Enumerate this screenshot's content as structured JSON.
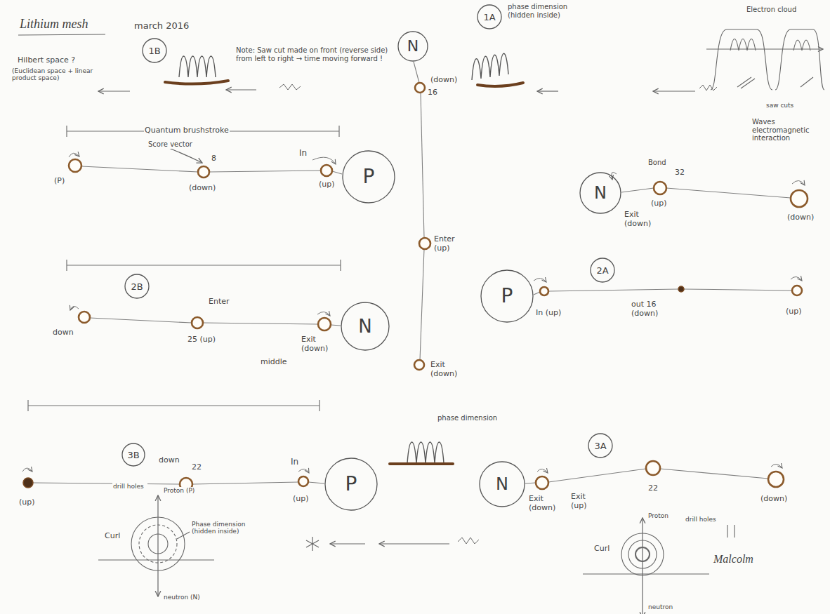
{
  "diagram": {
    "title": "Lithium mesh",
    "nodes": [
      {
        "text": [
          "1B"
        ]
      },
      {
        "text": [
          "N"
        ]
      },
      {
        "text": [
          "1A"
        ]
      },
      {
        "text": [
          "P"
        ]
      },
      {
        "text": [
          "N"
        ]
      },
      {
        "text": [
          "2B"
        ]
      },
      {
        "text": [
          "N"
        ]
      },
      {
        "text": [
          "P"
        ]
      },
      {
        "text": [
          "2A"
        ]
      },
      {
        "text": [
          "3B"
        ]
      },
      {
        "text": [
          "P"
        ]
      },
      {
        "text": [
          "N"
        ]
      },
      {
        "text": [
          "3A"
        ]
      }
    ],
    "labels": [
      "march 2016",
      "Hilbert space ?",
      "(Euclidean space + linear product space)",
      "Note: Saw cut made on front (reverse side) from left to right → time moving forward !",
      "Quantum brushstroke",
      "Score vector",
      "(P)",
      "8",
      "(down)",
      "In",
      "(up)",
      "(down)",
      "16",
      "Enter (up)",
      "phase dimension (hidden inside)",
      "Electron cloud",
      "saw cuts",
      "Waves electromagnetic interaction",
      "Exit (down)",
      "Bond",
      "32",
      "(up)",
      "(down)",
      "down",
      "Enter",
      "25 (up)",
      "Exit (down)",
      "middle",
      "Exit (down)",
      "In (up)",
      "out 16 (down)",
      "(up)",
      "(up)",
      "down",
      "22",
      "In",
      "(up)",
      "phase dimension",
      "Exit (down)",
      "Exit (up)",
      "22",
      "(down)",
      "drill holes",
      "Proton (P)",
      "Curl",
      "Phase dimension (hidden inside)",
      "neutron (N)",
      "Curl",
      "Proton",
      "drill holes",
      "neutron",
      "Malcolm"
    ]
  }
}
